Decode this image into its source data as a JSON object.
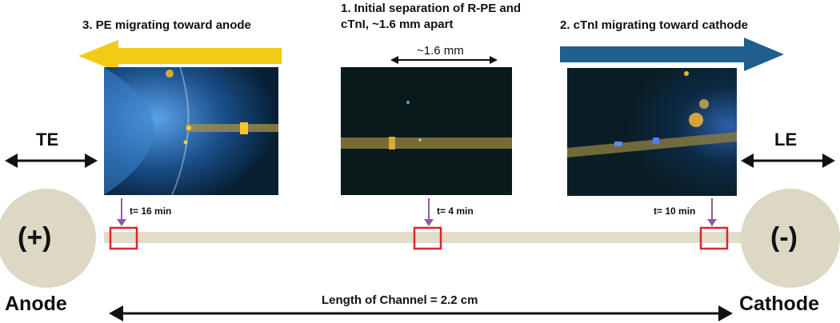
{
  "steps": {
    "left": "3. PE migrating toward anode",
    "center_line1": "1. Initial separation of R-PE and",
    "center_line2": "cTnI, ~1.6 mm apart",
    "right": "2. cTnI migrating toward cathode"
  },
  "scale_bar": "~1.6 mm",
  "direction_labels": {
    "left": "TE",
    "right": "LE"
  },
  "times": {
    "left": "t= 16 min",
    "center": "t= 4 min",
    "right": "t= 10 min"
  },
  "electrodes": {
    "anode_symbol": "(+)",
    "cathode_symbol": "(-)",
    "anode_label": "Anode",
    "cathode_label": "Cathode"
  },
  "channel_length": "Length of Channel = 2.2 cm",
  "colors": {
    "yellow_arrow": "#f2cb16",
    "blue_arrow": "#1f5f8e",
    "electrode": "#ddd8c4",
    "channel": "#e2dccb",
    "marker": "#d8262a",
    "pointer": "#8e5ba0"
  }
}
